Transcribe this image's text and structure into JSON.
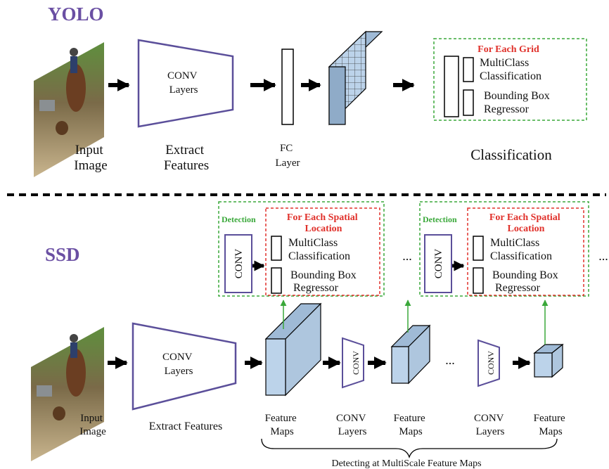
{
  "yolo": {
    "title": "YOLO",
    "input_label": [
      "Input",
      "Image"
    ],
    "conv_label": [
      "CONV",
      "Layers"
    ],
    "extract_label": [
      "Extract",
      "Features"
    ],
    "fc_label": [
      "FC",
      "Layer"
    ],
    "grid_header": "For Each Grid",
    "grid_items": [
      [
        "MultiClass",
        "Classification"
      ],
      [
        "Bounding Box",
        "Regressor"
      ]
    ],
    "classification_label": "Classification"
  },
  "ssd": {
    "title": "SSD",
    "input_label": [
      "Input",
      "Image"
    ],
    "conv_label": [
      "CONV",
      "Layers"
    ],
    "extract_label": "Extract Features",
    "small_conv": "CONV",
    "detection_label": "Detection",
    "spatial_header": [
      "For Each Spatial",
      "Location"
    ],
    "spatial_items": [
      [
        "MultiClass",
        "Classification"
      ],
      [
        "Bounding Box",
        "Regressor"
      ]
    ],
    "feature_maps_label": [
      "Feature",
      "Maps"
    ],
    "conv_layers_label": [
      "CONV",
      "Layers"
    ],
    "ellipsis": "...",
    "multiscale_caption": "Detecting at MultiScale Feature Maps"
  },
  "colors": {
    "title_purple": "#6a4fa3",
    "trapezoid_stroke": "#5b4f9a",
    "feature_fill": "#bcd3ea",
    "detection_green": "#3aa83a",
    "header_red": "#e0312b"
  }
}
